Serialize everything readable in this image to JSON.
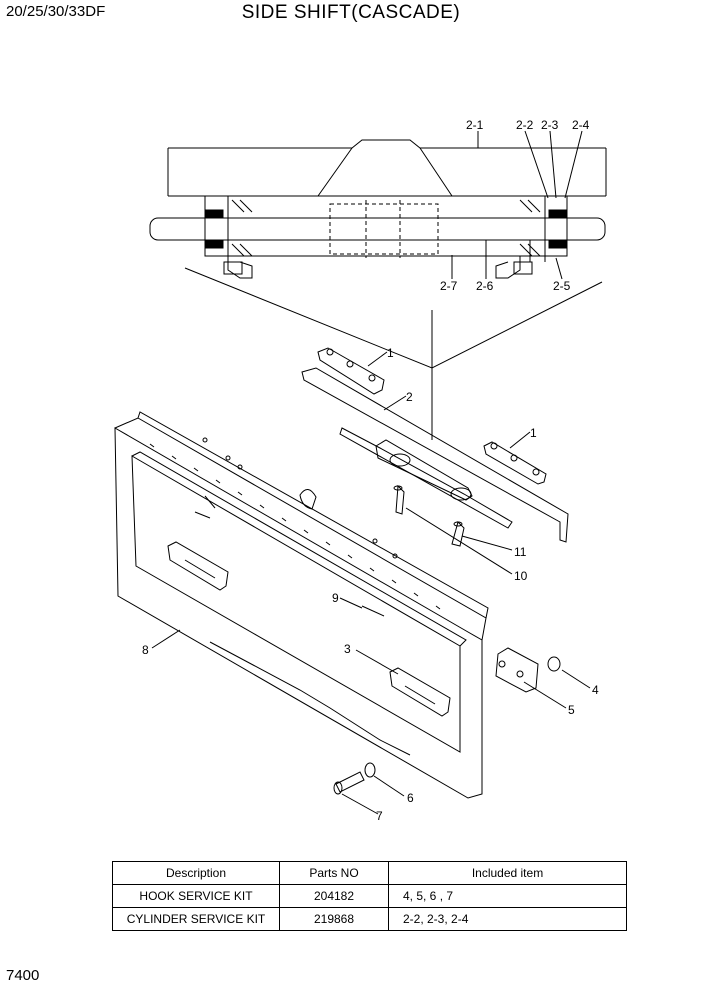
{
  "header": {
    "model": "20/25/30/33DF",
    "title": "SIDE SHIFT(CASCADE)"
  },
  "footer": {
    "page_number": "7400"
  },
  "callouts": {
    "c2_1": "2-1",
    "c2_2": "2-2",
    "c2_3": "2-3",
    "c2_4": "2-4",
    "c2_5": "2-5",
    "c2_6": "2-6",
    "c2_7": "2-7",
    "c1a": "1",
    "c1b": "1",
    "c2": "2",
    "c3": "3",
    "c4": "4",
    "c5": "5",
    "c6": "6",
    "c7": "7",
    "c8": "8",
    "c9": "9",
    "c10": "10",
    "c11": "11"
  },
  "kit_table": {
    "headers": [
      "Description",
      "Parts NO",
      "Included item"
    ],
    "rows": [
      [
        "HOOK SERVICE KIT",
        "204182",
        "4, 5, 6 , 7"
      ],
      [
        "CYLINDER SERVICE KIT",
        "219868",
        "2-2, 2-3, 2-4"
      ]
    ]
  }
}
